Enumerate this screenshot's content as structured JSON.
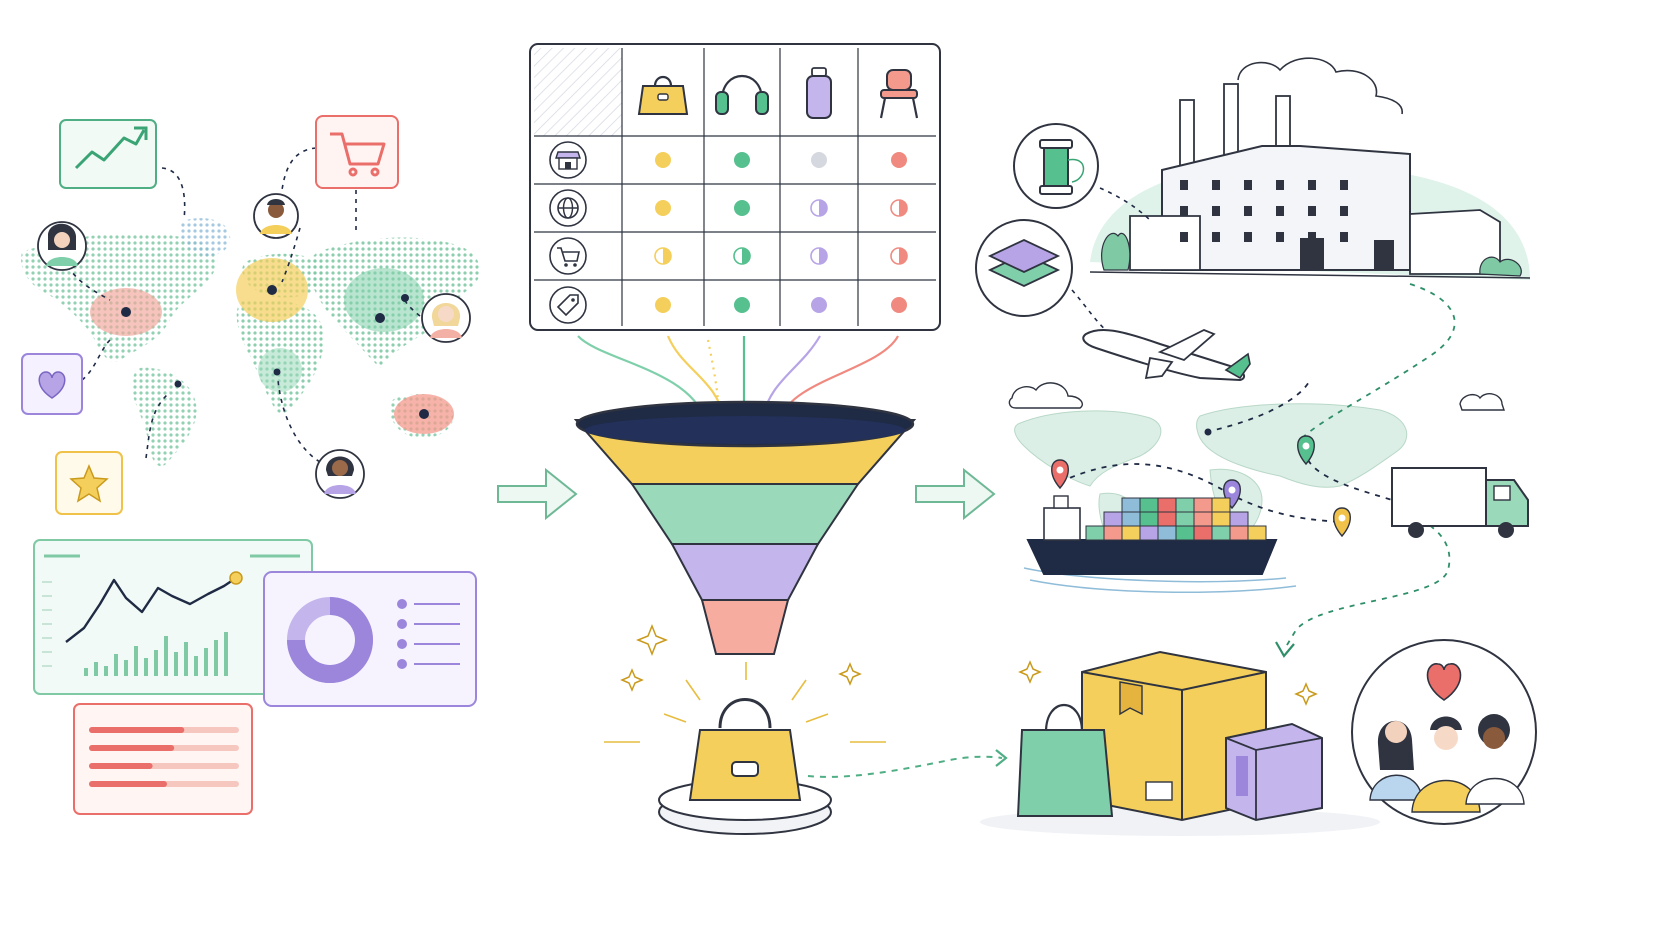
{
  "colors": {
    "ink": "#2f3440",
    "navy": "#1f2a44",
    "yellow": "#f4cf5c",
    "green": "#7fd0aa",
    "purple": "#b7a4e6",
    "coral": "#f49a8c",
    "red": "#ea6e6a",
    "gray": "#d5d8de",
    "mint": "#dff3ea",
    "paper": "#f7f7fb"
  },
  "market_signals": {
    "cards": [
      {
        "kind": "trend",
        "icon": "trend-up-icon"
      },
      {
        "kind": "cart",
        "icon": "shopping-cart-icon"
      },
      {
        "kind": "favorite",
        "icon": "heart-icon"
      },
      {
        "kind": "rating",
        "icon": "star-icon"
      }
    ],
    "people_count": 4
  },
  "matrix": {
    "columns": [
      "handbag-icon",
      "headphones-icon",
      "water-bottle-icon",
      "chair-icon"
    ],
    "rows": [
      "storefront-icon",
      "globe-icon",
      "shopping-cart-icon",
      "price-tag-icon"
    ],
    "column_colors": [
      "#f4cf5c",
      "#56c08f",
      "#b7a4e6",
      "#f08a80"
    ],
    "cells": [
      [
        "full",
        "full",
        "gray",
        "full"
      ],
      [
        "full",
        "full",
        "half",
        "half"
      ],
      [
        "half",
        "half",
        "half",
        "half"
      ],
      [
        "full",
        "full",
        "full",
        "full"
      ]
    ]
  },
  "funnel": {
    "bands": [
      "#f4cf5c",
      "#9ad9b9",
      "#c4b5ec",
      "#f6ac9f"
    ],
    "output_icon": "handbag-icon"
  },
  "supply_chain": {
    "stages": [
      "thread-spool-icon",
      "fabric-layers-icon",
      "factory-icon",
      "airplane-icon",
      "cargo-ship-icon",
      "truck-icon"
    ],
    "pins": [
      "#ea6e6a",
      "#56c08f",
      "#9b86dc",
      "#f0c24a"
    ]
  },
  "delivery": {
    "items": [
      "shopping-bag-icon",
      "cardboard-box-icon",
      "purple-box-icon"
    ],
    "customers": 3,
    "icon": "heart-icon"
  }
}
